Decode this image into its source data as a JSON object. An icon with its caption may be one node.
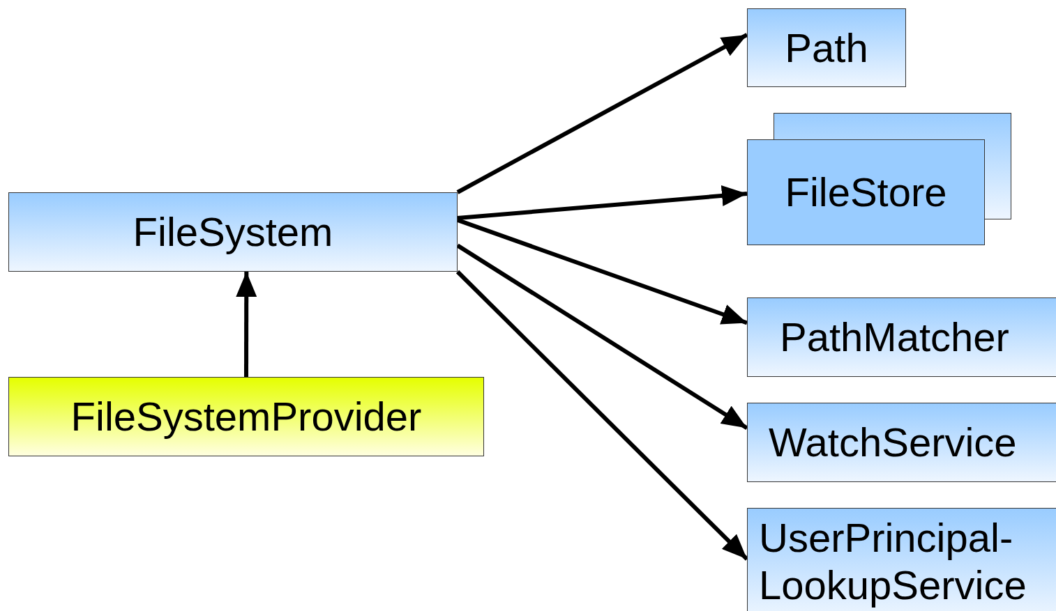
{
  "diagram": {
    "nodes": [
      {
        "text": [
          "FileSystem"
        ]
      },
      {
        "text": [
          "FileSystemProvider"
        ]
      },
      {
        "text": [
          "Path"
        ]
      },
      {
        "text": [
          "FileStore"
        ]
      },
      {
        "text": [
          "PathMatcher"
        ]
      },
      {
        "text": [
          "WatchService"
        ]
      },
      {
        "text": [
          "UserPrincipal- LookupService"
        ]
      }
    ],
    "edges": [
      {
        "from": 1,
        "to": 0,
        "arrow": "to"
      },
      {
        "from": 0,
        "to": 2,
        "arrow": "to"
      },
      {
        "from": 0,
        "to": 3,
        "arrow": "to"
      },
      {
        "from": 0,
        "to": 4,
        "arrow": "to"
      },
      {
        "from": 0,
        "to": 5,
        "arrow": "to"
      },
      {
        "from": 0,
        "to": 6,
        "arrow": "to"
      }
    ]
  }
}
